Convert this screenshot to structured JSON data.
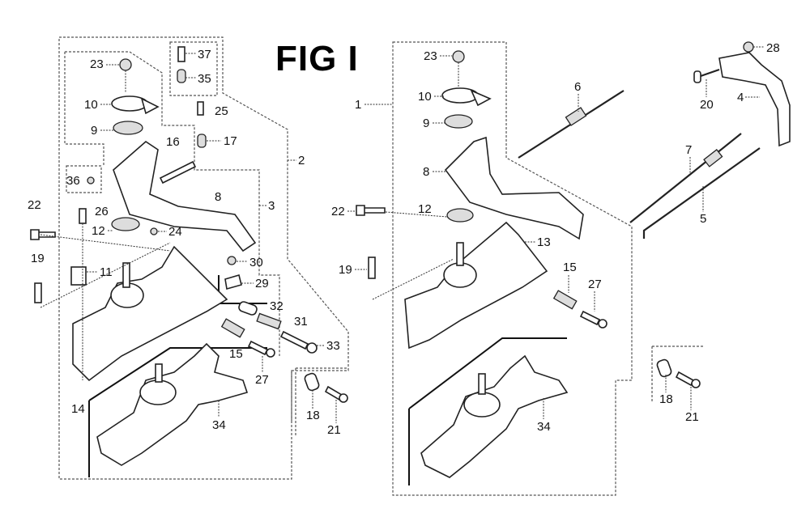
{
  "figure": {
    "title": "FIG I",
    "type": "exploded parts diagram"
  },
  "left_assembly": {
    "callouts": [
      "37",
      "35",
      "23",
      "10",
      "25",
      "9",
      "17",
      "16",
      "36",
      "2",
      "3",
      "8",
      "22",
      "26",
      "12",
      "24",
      "19",
      "11",
      "30",
      "29",
      "32",
      "31",
      "33",
      "15",
      "27",
      "14",
      "34",
      "18",
      "21"
    ]
  },
  "right_assembly": {
    "callouts": [
      "23",
      "1",
      "10",
      "6",
      "9",
      "8",
      "22",
      "12",
      "13",
      "19",
      "15",
      "27",
      "34"
    ]
  },
  "far_right_parts": {
    "callouts": [
      "28",
      "20",
      "4",
      "7",
      "5",
      "18",
      "21"
    ]
  },
  "labels": {
    "L37": "37",
    "L35": "35",
    "L23a": "23",
    "L10a": "10",
    "L25": "25",
    "L9a": "9",
    "L17": "17",
    "L16": "16",
    "L36": "36",
    "L2": "2",
    "L3": "3",
    "L8a": "8",
    "L22a": "22",
    "L26": "26",
    "L12a": "12",
    "L24": "24",
    "L19a": "19",
    "L11": "11",
    "L30": "30",
    "L29": "29",
    "L32": "32",
    "L31": "31",
    "L33": "33",
    "L15a": "15",
    "L27a": "27",
    "L14": "14",
    "L34a": "34",
    "L18a": "18",
    "L21a": "21",
    "L23b": "23",
    "L1": "1",
    "L10b": "10",
    "L6": "6",
    "L9b": "9",
    "L8b": "8",
    "L22b": "22",
    "L12b": "12",
    "L13": "13",
    "L19b": "19",
    "L15b": "15",
    "L27b": "27",
    "L34b": "34",
    "L28": "28",
    "L20": "20",
    "L4": "4",
    "L7": "7",
    "L5": "5",
    "L18b": "18",
    "L21b": "21"
  }
}
